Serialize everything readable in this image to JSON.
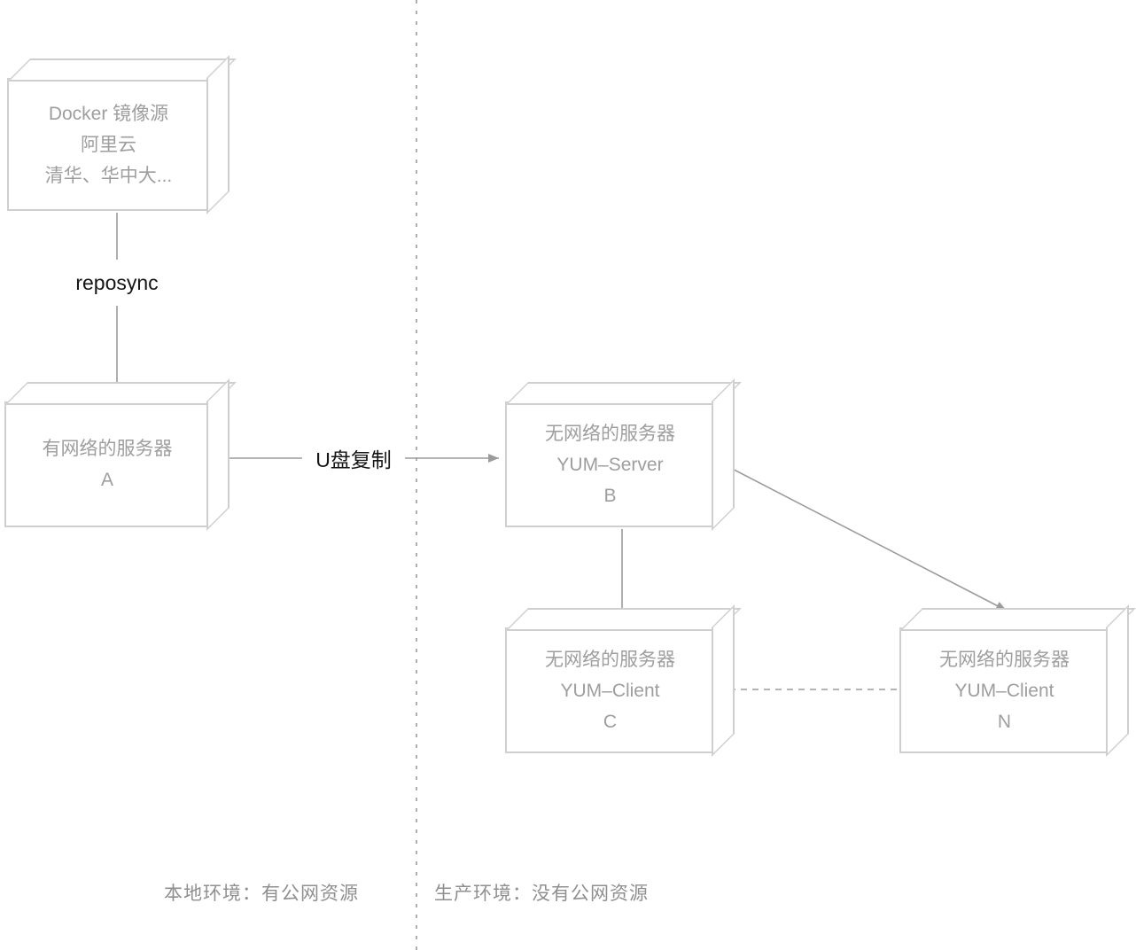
{
  "nodes": {
    "mirror_source": {
      "lines": [
        "Docker 镜像源",
        "阿里云",
        "清华、华中大..."
      ]
    },
    "server_a": {
      "lines": [
        "有网络的服务器",
        "A"
      ]
    },
    "yum_server_b": {
      "lines": [
        "无网络的服务器",
        "YUM–Server",
        "B"
      ]
    },
    "yum_client_c": {
      "lines": [
        "无网络的服务器",
        "YUM–Client",
        "C"
      ]
    },
    "yum_client_n": {
      "lines": [
        "无网络的服务器",
        "YUM–Client",
        "N"
      ]
    }
  },
  "edge_labels": {
    "reposync": "reposync",
    "usb_copy": "U盘复制"
  },
  "footers": {
    "local": "本地环境：有公网资源",
    "production": "生产环境：没有公网资源"
  },
  "colors": {
    "connector": "#9b9b9b",
    "node_border": "#cfcfcf",
    "node_text": "#9e9e9e",
    "edge_label_text": "#151515",
    "footer_text": "#8f8f8f",
    "background": "#ffffff"
  }
}
